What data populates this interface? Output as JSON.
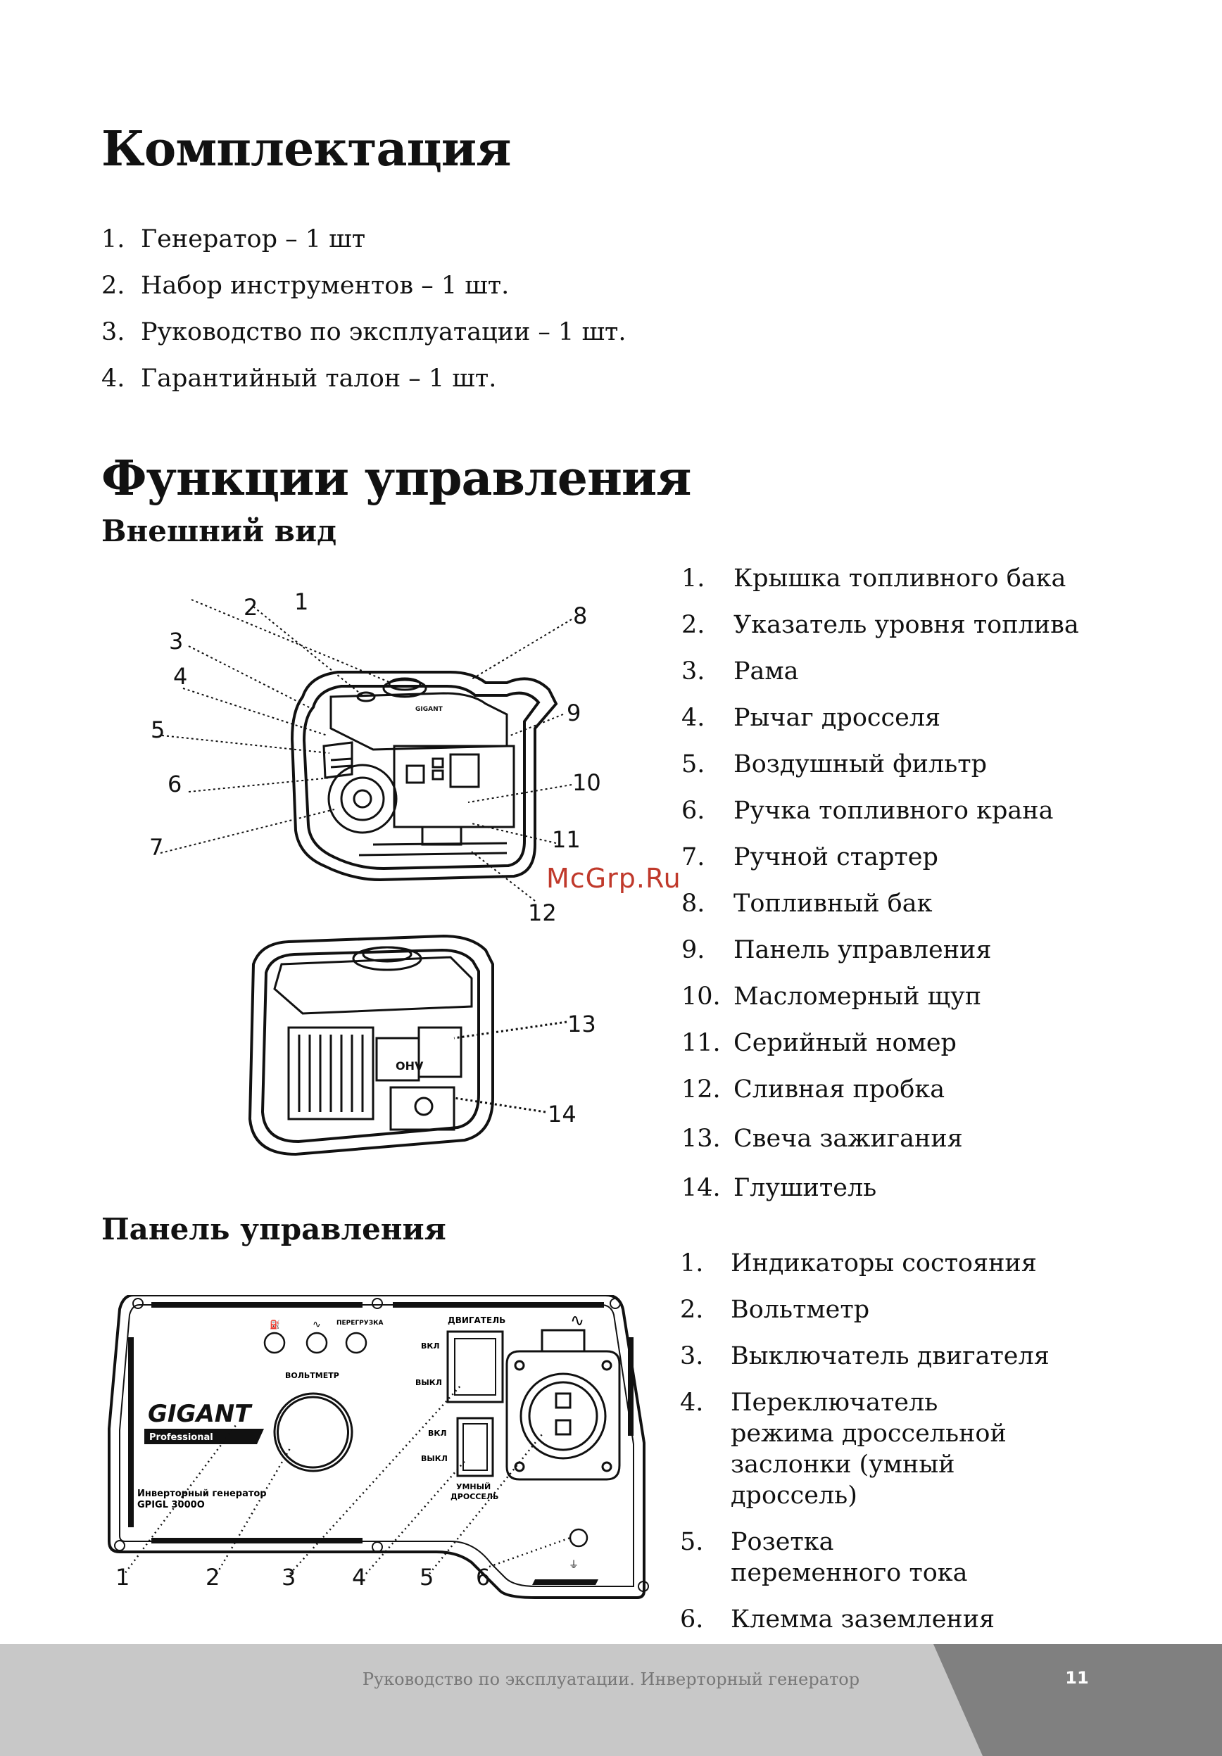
{
  "headings": {
    "kit": "Комплектация",
    "controls": "Функции управления",
    "appearance": "Внешний вид",
    "panel": "Панель управления"
  },
  "kit_items": [
    {
      "num": "1.",
      "text": "Генератор – 1 шт"
    },
    {
      "num": "2.",
      "text": "Набор инструментов – 1 шт."
    },
    {
      "num": "3.",
      "text": "Руководство по эксплуатации – 1 шт."
    },
    {
      "num": "4.",
      "text": "Гарантийный талон – 1 шт."
    }
  ],
  "exterior_items": [
    {
      "num": "1.",
      "text": "Крышка топливного бака"
    },
    {
      "num": "2.",
      "text": "Указатель уровня топлива"
    },
    {
      "num": "3.",
      "text": "Рама"
    },
    {
      "num": "4.",
      "text": "Рычаг дросселя"
    },
    {
      "num": "5.",
      "text": "Воздушный фильтр"
    },
    {
      "num": "6.",
      "text": "Ручка топливного крана"
    },
    {
      "num": "7.",
      "text": "Ручной стартер"
    },
    {
      "num": "8.",
      "text": "Топливный бак"
    },
    {
      "num": "9.",
      "text": "Панель управления"
    },
    {
      "num": "10.",
      "text": "Масломерный щуп"
    },
    {
      "num": "11.",
      "text": "Серийный номер"
    },
    {
      "num": "12.",
      "text": "Сливная пробка"
    },
    {
      "num": "13.",
      "text": "Свеча зажигания"
    },
    {
      "num": "14.",
      "text": "Глушитель"
    }
  ],
  "panel_items": [
    {
      "num": "1.",
      "text": "Индикаторы состояния"
    },
    {
      "num": "2.",
      "text": "Вольтметр"
    },
    {
      "num": "3.",
      "text": "Выключатель двигателя"
    },
    {
      "num": "4.",
      "text": "Переключатель режима дроссельной заслонки (умный дроссель)"
    },
    {
      "num": "5.",
      "text": "Розетка переменного тока"
    },
    {
      "num": "6.",
      "text": "Клемма заземления"
    }
  ],
  "generator_callouts": [
    "1",
    "2",
    "3",
    "4",
    "5",
    "6",
    "7",
    "8",
    "9",
    "10",
    "11",
    "12",
    "13",
    "14"
  ],
  "panel_diagram": {
    "brand": "GIGANT",
    "brand_sub": "Professional",
    "overload": "ПЕРЕГРУЗКА",
    "voltmeter": "ВОЛЬТМЕТР",
    "engine": "ДВИГАТЕЛЬ",
    "on": "ВКЛ",
    "off": "ВЫКЛ",
    "smart_throttle_1": "УМНЫЙ",
    "smart_throttle_2": "ДРОССЕЛЬ",
    "model_line1": "Инверторный генератор",
    "model_line2": "GPIGL 3000O",
    "ac_symbol": "∿",
    "callouts": [
      "1",
      "2",
      "3",
      "4",
      "5",
      "6"
    ]
  },
  "generator_label": "GIGANT",
  "ohv_label": "OHV",
  "watermark": "McGrp.Ru",
  "footer": {
    "title": "Руководство по эксплуатации. Инверторный генератор",
    "page": "11"
  }
}
